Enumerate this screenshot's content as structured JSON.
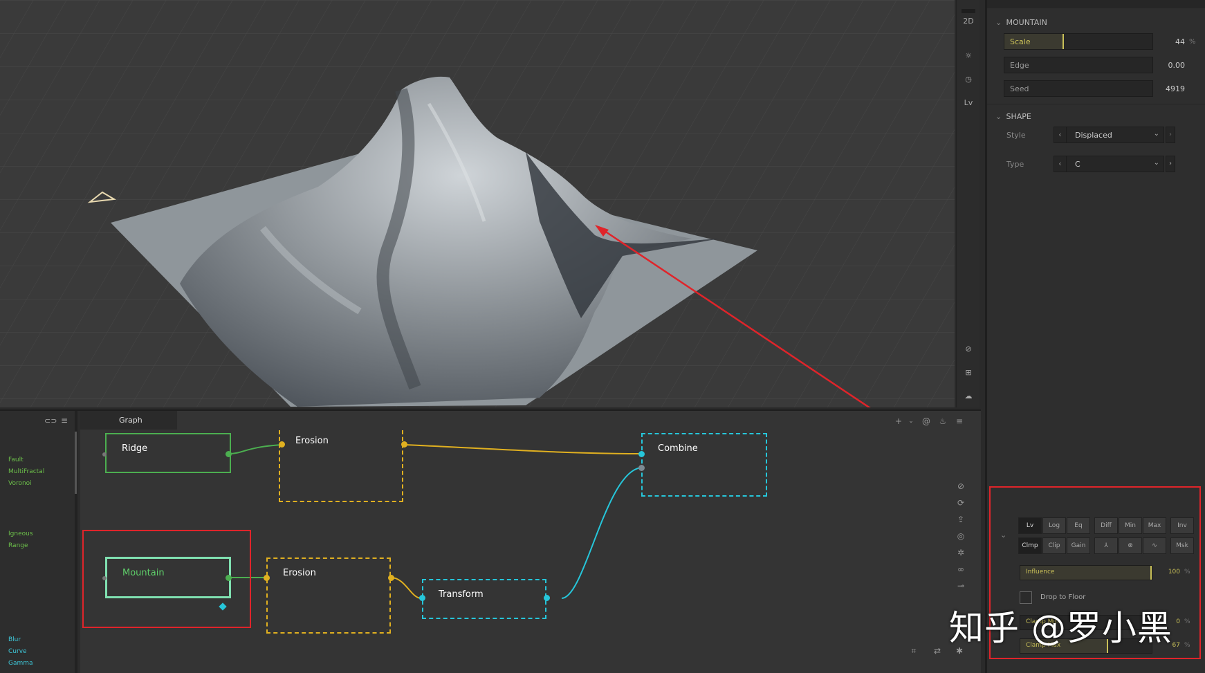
{
  "viewport_toolbar": {
    "mode_2d": "2D",
    "lv": "Lv"
  },
  "inspector": {
    "mountain_section": "MOUNTAIN",
    "scale": {
      "label": "Scale",
      "value": "44",
      "unit": "%",
      "fill": 0.4
    },
    "edge": {
      "label": "Edge",
      "value": "0.00"
    },
    "seed": {
      "label": "Seed",
      "value": "4919"
    },
    "shape_section": "SHAPE",
    "style": {
      "label": "Style",
      "value": "Displaced"
    },
    "type": {
      "label": "Type",
      "value": "C"
    }
  },
  "blend": {
    "row1": [
      "Lv",
      "Log",
      "Eq",
      "Diff",
      "Min",
      "Max",
      "Inv"
    ],
    "row2": [
      "Clmp",
      "Clip",
      "Gain",
      "",
      "",
      "",
      "Msk"
    ],
    "influence": {
      "label": "Influence",
      "value": "100",
      "unit": "%",
      "fill": 1.0
    },
    "drop_to_floor": "Drop to Floor",
    "clamp_min": {
      "label": "Clamp Min",
      "value": "0",
      "unit": "%",
      "fill": 0.0
    },
    "clamp_max": {
      "label": "Clamp Max",
      "value": "67",
      "unit": "%",
      "fill": 0.67
    }
  },
  "library": {
    "group1": [
      "Fault",
      "MultiFractal",
      "Voronoi"
    ],
    "group2": [
      "Igneous",
      "Range"
    ],
    "group3": [
      "Blur",
      "Curve",
      "Gamma"
    ]
  },
  "graph": {
    "tab": "Graph",
    "nodes": {
      "ridge": "Ridge",
      "erosion_top": "Erosion",
      "combine": "Combine",
      "mountain": "Mountain",
      "erosion_bottom": "Erosion",
      "transform": "Transform"
    }
  },
  "colors": {
    "accent": "#c9c058",
    "highlight": "#e0242a",
    "node_green": "#4caf50",
    "node_mint": "#7fe0b0",
    "node_yellow": "#e0b020",
    "node_cyan": "#26c6da"
  },
  "watermark": "知乎 @罗小黑"
}
